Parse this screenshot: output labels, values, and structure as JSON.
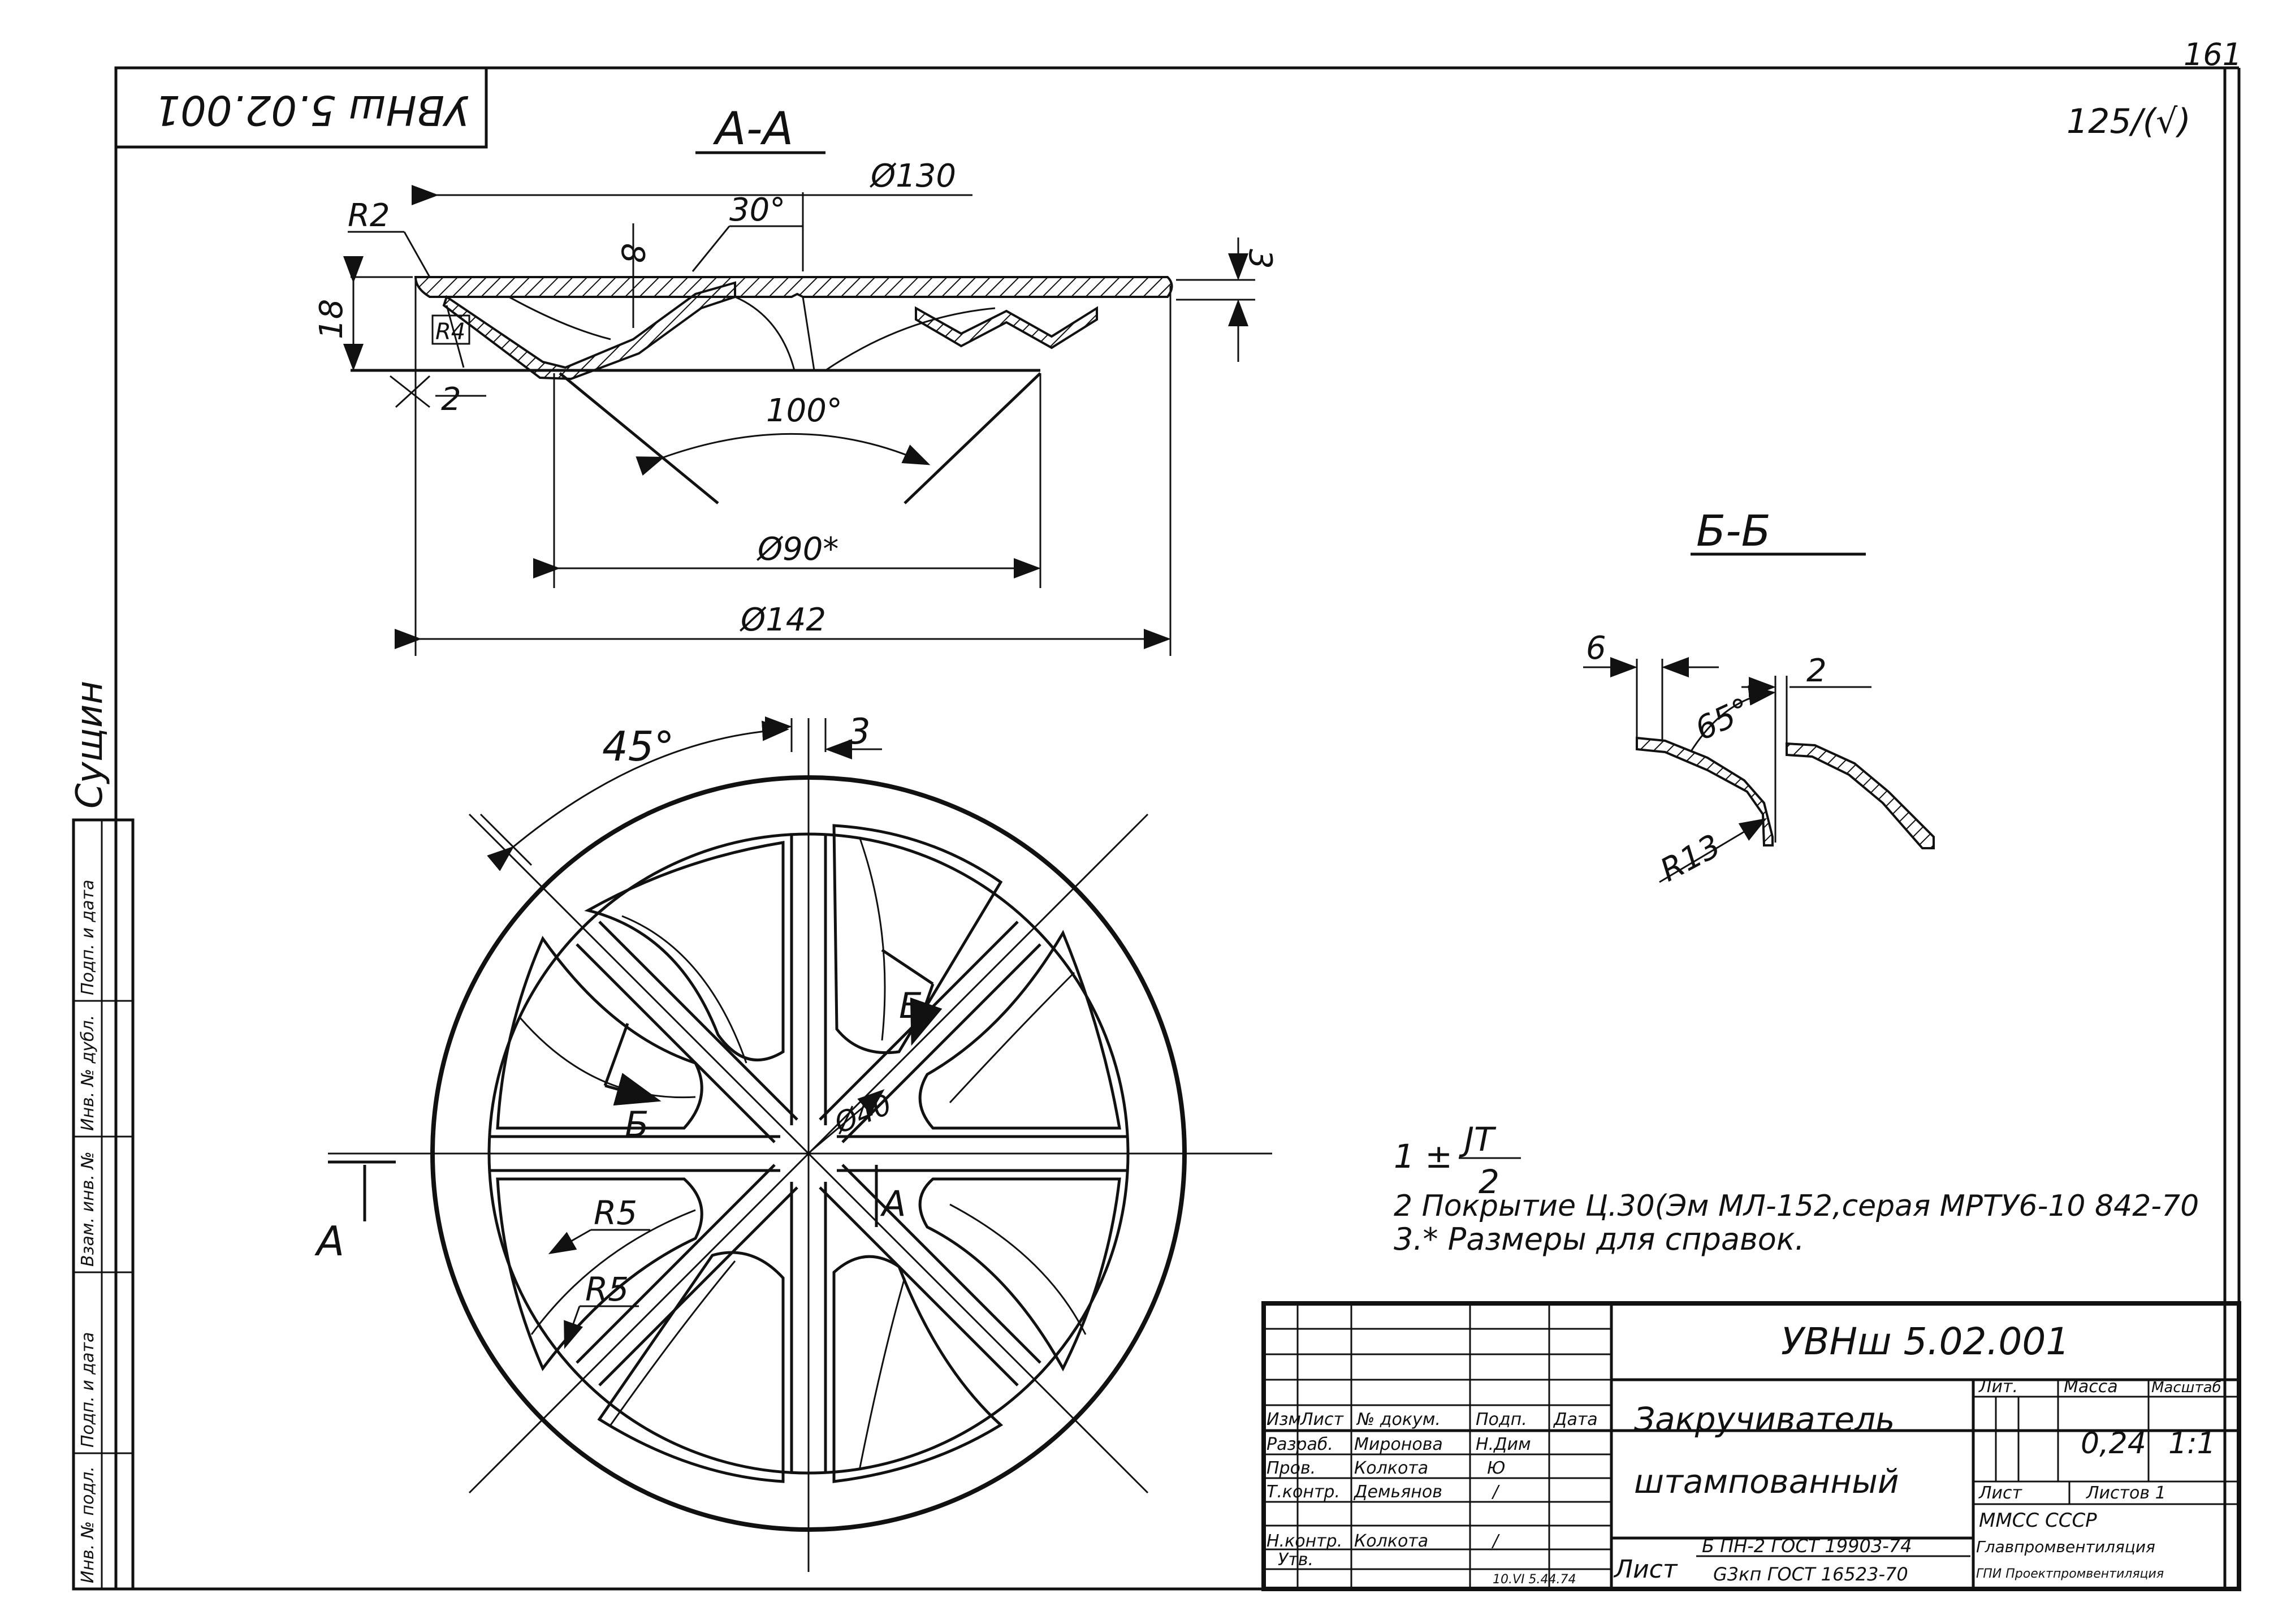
{
  "page_number": "161",
  "roughness": "125/(√)",
  "stamp_code": "УВНш 5.02.001",
  "side_label": "Сущин",
  "side_columns": [
    "Подп. и дата",
    "Инв. № дубл.",
    "Взам. инв. №",
    "Подп. и дата",
    "Инв. № подл."
  ],
  "section_aa": {
    "title": "А-А",
    "dims": {
      "d130": "Ø130",
      "d142": "Ø142",
      "d90": "Ø90*",
      "angle30": "30°",
      "angle100": "100°",
      "r2": "R2",
      "r4": "R4",
      "h18": "18",
      "h8": "8",
      "t2": "2",
      "t3": "3"
    }
  },
  "section_bb": {
    "title": "Б-Б",
    "dims": {
      "w6": "6",
      "w2": "2",
      "angle65": "65°",
      "r13": "R13"
    }
  },
  "plan_view": {
    "dims": {
      "angle45": "45°",
      "w3": "3",
      "d40": "Ø40",
      "r5a": "R5",
      "r5b": "R5"
    },
    "marks": {
      "a_left": "А",
      "a_right": "А",
      "b_upper": "Б",
      "b_lower": "Б"
    }
  },
  "notes": {
    "n1_prefix": "1 ±",
    "n1_num": "JT",
    "n1_den": "2",
    "n2": "2 Покрытие Ц.30(Эм МЛ-152,серая МРТУ6-10 842-70",
    "n3": "3.* Размеры для справок."
  },
  "title_block": {
    "code": "УВНш 5.02.001",
    "name_line1": "Закручиватель",
    "name_line2": "штампованный",
    "col_headers": [
      "Изм",
      "Лист",
      "№ докум.",
      "Подп.",
      "Дата"
    ],
    "roles": [
      "Разраб.",
      "Пров.",
      "Т.контр.",
      "",
      "Н.контр.",
      "Утв."
    ],
    "names": [
      "Миронова",
      "Колкота",
      "Демьянов",
      "",
      "Колкота",
      ""
    ],
    "signatures": [
      "Н.Дим",
      "Ю",
      "/",
      "",
      "/",
      ""
    ],
    "dates": [
      "",
      "",
      "",
      "",
      "",
      "10.VI 5.44.74"
    ],
    "lit_header": "Лит.",
    "mass_header": "Масса",
    "scale_header": "Масштаб",
    "mass": "0,24",
    "scale": "1:1",
    "sheet_label": "Лист",
    "sheets_label": "Листов 1",
    "material_label": "Лист",
    "material_line1": "Б ПН-2 ГОСТ 19903-74",
    "material_line2": "G3кп ГОСТ 16523-70",
    "org_line1": "ММСС СССР",
    "org_line2": "Главпромвентиляция",
    "org_line3": "ГПИ Проектпромвентиляция"
  }
}
